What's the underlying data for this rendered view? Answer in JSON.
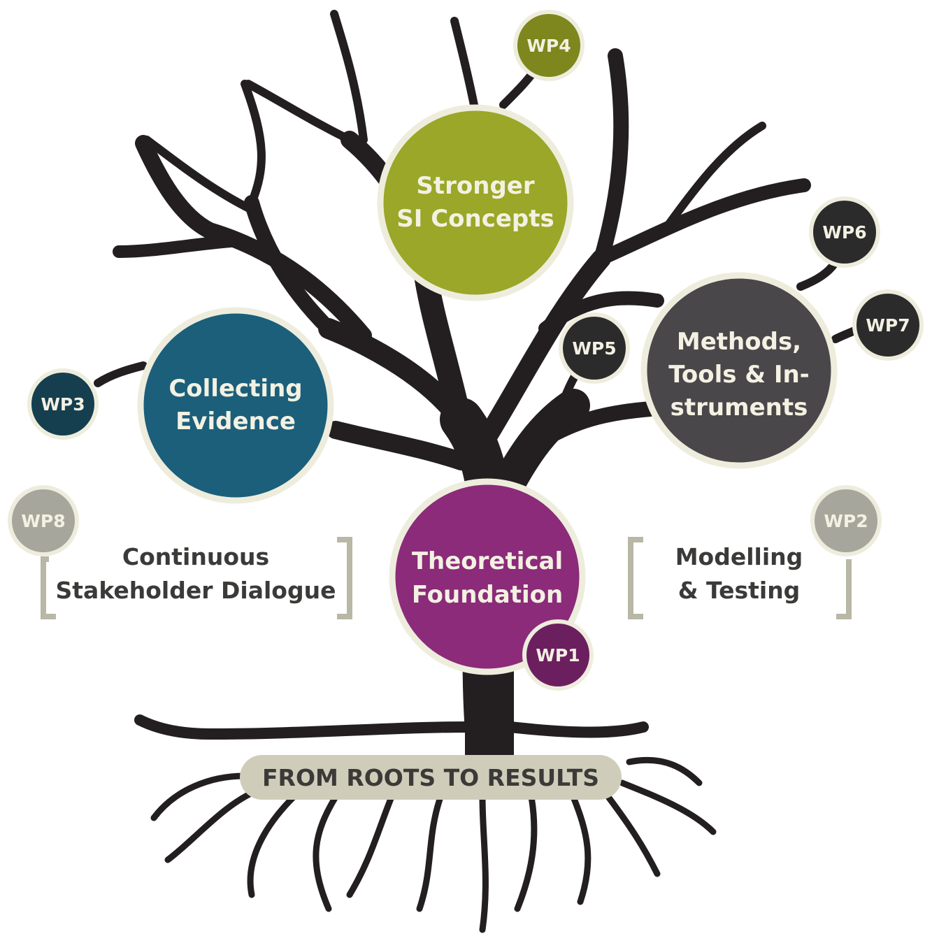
{
  "colors": {
    "concepts": "#9aa728",
    "evidence": "#1b5f7b",
    "methods": "#49474a",
    "theory": "#8b2b79",
    "wp1": "#6c1f5f",
    "wp3": "#153f4f",
    "wp4": "#7d871d",
    "wp_dark": "#2c2b2c",
    "wp_grey": "#a7a69c",
    "tree": "#231f20",
    "ring": "#eeeddd",
    "banner": "#cfcdba"
  },
  "nodes": {
    "concepts": {
      "line1": "Stronger",
      "line2": "SI Concepts"
    },
    "evidence": {
      "line1": "Collecting",
      "line2": "Evidence"
    },
    "methods": {
      "line1": "Methods,",
      "line2": "Tools & In-",
      "line3": "struments"
    },
    "theory": {
      "line1": "Theoretical",
      "line2": "Foundation"
    }
  },
  "work_packages": {
    "wp1": "WP1",
    "wp2": "WP2",
    "wp3": "WP3",
    "wp4": "WP4",
    "wp5": "WP5",
    "wp6": "WP6",
    "wp7": "WP7",
    "wp8": "WP8"
  },
  "side_labels": {
    "stakeholder": {
      "line1": "Continuous",
      "line2": "Stakeholder Dialogue"
    },
    "modelling": {
      "line1": "Modelling",
      "line2": "& Testing"
    }
  },
  "banner": {
    "text": "FROM ROOTS TO RESULTS"
  }
}
